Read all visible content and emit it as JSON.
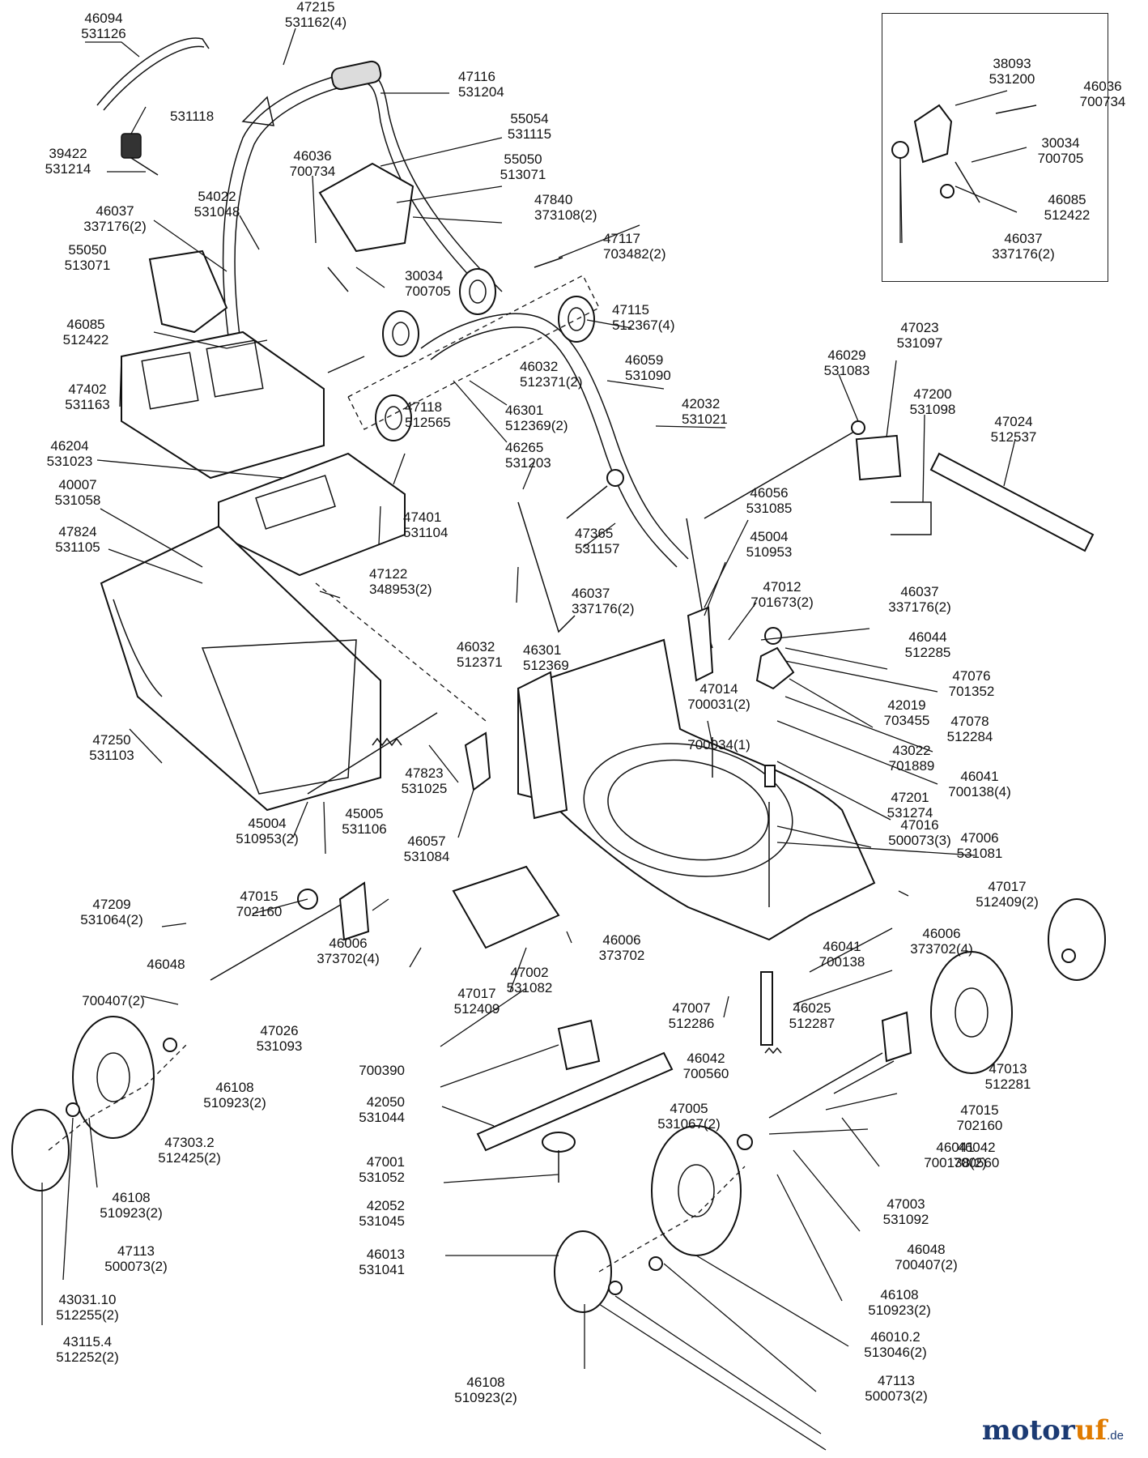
{
  "callouts": [
    {
      "id": "46094",
      "code": "531126"
    },
    {
      "id": "47215",
      "code": "531162(4)"
    },
    {
      "id": "47116",
      "code": "531204"
    },
    {
      "id": "",
      "code": "531118"
    },
    {
      "id": "39422",
      "code": "531214"
    },
    {
      "id": "55054",
      "code": "531115"
    },
    {
      "id": "46036",
      "code": "700734"
    },
    {
      "id": "55050",
      "code": "513071"
    },
    {
      "id": "54022",
      "code": "531048"
    },
    {
      "id": "46037",
      "code": "337176(2)"
    },
    {
      "id": "47840",
      "code": "373108(2)"
    },
    {
      "id": "47117",
      "code": "703482(2)"
    },
    {
      "id": "55050",
      "code": "513071"
    },
    {
      "id": "30034",
      "code": "700705"
    },
    {
      "id": "46085",
      "code": "512422"
    },
    {
      "id": "47115",
      "code": "512367(4)"
    },
    {
      "id": "46059",
      "code": "531090"
    },
    {
      "id": "47402",
      "code": "531163"
    },
    {
      "id": "46032",
      "code": "512371(2)"
    },
    {
      "id": "42032",
      "code": "531021"
    },
    {
      "id": "46301",
      "code": "512369(2)"
    },
    {
      "id": "46204",
      "code": "531023"
    },
    {
      "id": "47118",
      "code": "512565"
    },
    {
      "id": "46265",
      "code": "531203"
    },
    {
      "id": "40007",
      "code": "531058"
    },
    {
      "id": "47824",
      "code": "531105"
    },
    {
      "id": "47401",
      "code": "531104"
    },
    {
      "id": "47365",
      "code": "531157"
    },
    {
      "id": "47122",
      "code": "348953(2)"
    },
    {
      "id": "46037",
      "code": "337176(2)"
    },
    {
      "id": "46032",
      "code": "512371"
    },
    {
      "id": "46301",
      "code": "512369"
    },
    {
      "id": "47023",
      "code": "531097"
    },
    {
      "id": "46029",
      "code": "531083"
    },
    {
      "id": "47200",
      "code": "531098"
    },
    {
      "id": "47024",
      "code": "512537"
    },
    {
      "id": "46056",
      "code": "531085"
    },
    {
      "id": "45004",
      "code": "510953"
    },
    {
      "id": "47012",
      "code": "701673(2)"
    },
    {
      "id": "46037",
      "code": "337176(2)"
    },
    {
      "id": "46044",
      "code": "512285"
    },
    {
      "id": "47076",
      "code": "701352"
    },
    {
      "id": "47014",
      "code": "700031(2)"
    },
    {
      "id": "",
      "code": "700034(1)"
    },
    {
      "id": "42019",
      "code": "703455"
    },
    {
      "id": "47078",
      "code": "512284"
    },
    {
      "id": "43022",
      "code": "701889"
    },
    {
      "id": "46041",
      "code": "700138(4)"
    },
    {
      "id": "47201",
      "code": "531274"
    },
    {
      "id": "47016",
      "code": "500073(3)"
    },
    {
      "id": "47006",
      "code": "531081"
    },
    {
      "id": "47250",
      "code": "531103"
    },
    {
      "id": "47823",
      "code": "531025"
    },
    {
      "id": "45005",
      "code": "531106"
    },
    {
      "id": "45004",
      "code": "510953(2)"
    },
    {
      "id": "46057",
      "code": "531084"
    },
    {
      "id": "47017",
      "code": "512409(2)"
    },
    {
      "id": "46006",
      "code": "373702(4)"
    },
    {
      "id": "47209",
      "code": "531064(2)"
    },
    {
      "id": "47015",
      "code": "702160"
    },
    {
      "id": "46006",
      "code": "373702"
    },
    {
      "id": "46041",
      "code": "700138"
    },
    {
      "id": "46048",
      "code": ""
    },
    {
      "id": "46006",
      "code": "373702(4)"
    },
    {
      "id": "47002",
      "code": "531082"
    },
    {
      "id": "",
      "code": "700407(2)"
    },
    {
      "id": "47017",
      "code": "512409"
    },
    {
      "id": "47007",
      "code": "512286"
    },
    {
      "id": "46025",
      "code": "512287"
    },
    {
      "id": "47026",
      "code": "531093"
    },
    {
      "id": "",
      "code": "700390"
    },
    {
      "id": "46042",
      "code": "700560"
    },
    {
      "id": "47013",
      "code": "512281"
    },
    {
      "id": "46108",
      "code": "510923(2)"
    },
    {
      "id": "42050",
      "code": "531044"
    },
    {
      "id": "47005",
      "code": "531067(2)"
    },
    {
      "id": "47015",
      "code": "702160"
    },
    {
      "id": "46042",
      "code": "700560"
    },
    {
      "id": "47303.2",
      "code": "512425(2)"
    },
    {
      "id": "47001",
      "code": "531052"
    },
    {
      "id": "46041",
      "code": "700138(2)"
    },
    {
      "id": "46108",
      "code": "510923(2)"
    },
    {
      "id": "42052",
      "code": "531045"
    },
    {
      "id": "47003",
      "code": "531092"
    },
    {
      "id": "47113",
      "code": "500073(2)"
    },
    {
      "id": "46013",
      "code": "531041"
    },
    {
      "id": "46048",
      "code": "700407(2)"
    },
    {
      "id": "43031.10",
      "code": "512255(2)"
    },
    {
      "id": "46108",
      "code": "510923(2)"
    },
    {
      "id": "43115.4",
      "code": "512252(2)"
    },
    {
      "id": "46010.2",
      "code": "513046(2)"
    },
    {
      "id": "46108",
      "code": "510923(2)"
    },
    {
      "id": "47113",
      "code": "500073(2)"
    }
  ],
  "inset": {
    "callouts": [
      {
        "id": "38093",
        "code": "531200"
      },
      {
        "id": "46036",
        "code": "700734"
      },
      {
        "id": "30034",
        "code": "700705"
      },
      {
        "id": "46085",
        "code": "512422"
      },
      {
        "id": "46037",
        "code": "337176(2)"
      }
    ]
  },
  "watermark": {
    "main": "motor",
    "accent": "uf",
    "tld": ".de"
  }
}
